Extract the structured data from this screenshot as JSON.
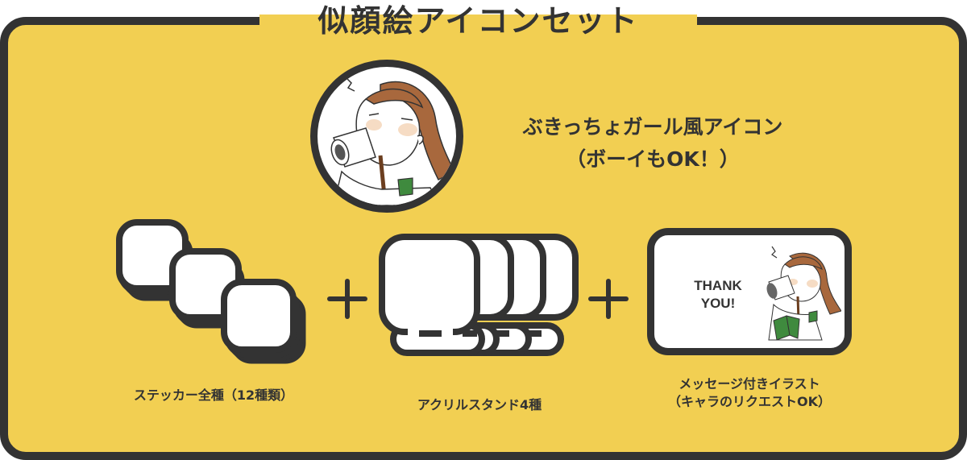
{
  "title": "似顔絵アイコンセット",
  "colors": {
    "background": "#f2cf52",
    "outline": "#333333",
    "fill": "#ffffff",
    "accent_green": "#3f8a3e",
    "hair": "#a8683d",
    "blush": "#f6dcc4"
  },
  "headline": {
    "line1": "ぶきっちょガール風アイコン",
    "line2": "（ボーイもOK！）"
  },
  "items": [
    {
      "icon": "sticker-stack-icon",
      "caption": "ステッカー全種（12種類）"
    },
    {
      "icon": "acrylic-stand-icon",
      "caption": "アクリルスタンド4種"
    },
    {
      "icon": "message-card-icon",
      "caption_line1": "メッセージ付きイラスト",
      "caption_line2": "（キャラのリクエストOK）"
    }
  ],
  "operators": [
    "+",
    "+"
  ],
  "thanks_card": {
    "line1": "THANK",
    "line2": "YOU!"
  }
}
